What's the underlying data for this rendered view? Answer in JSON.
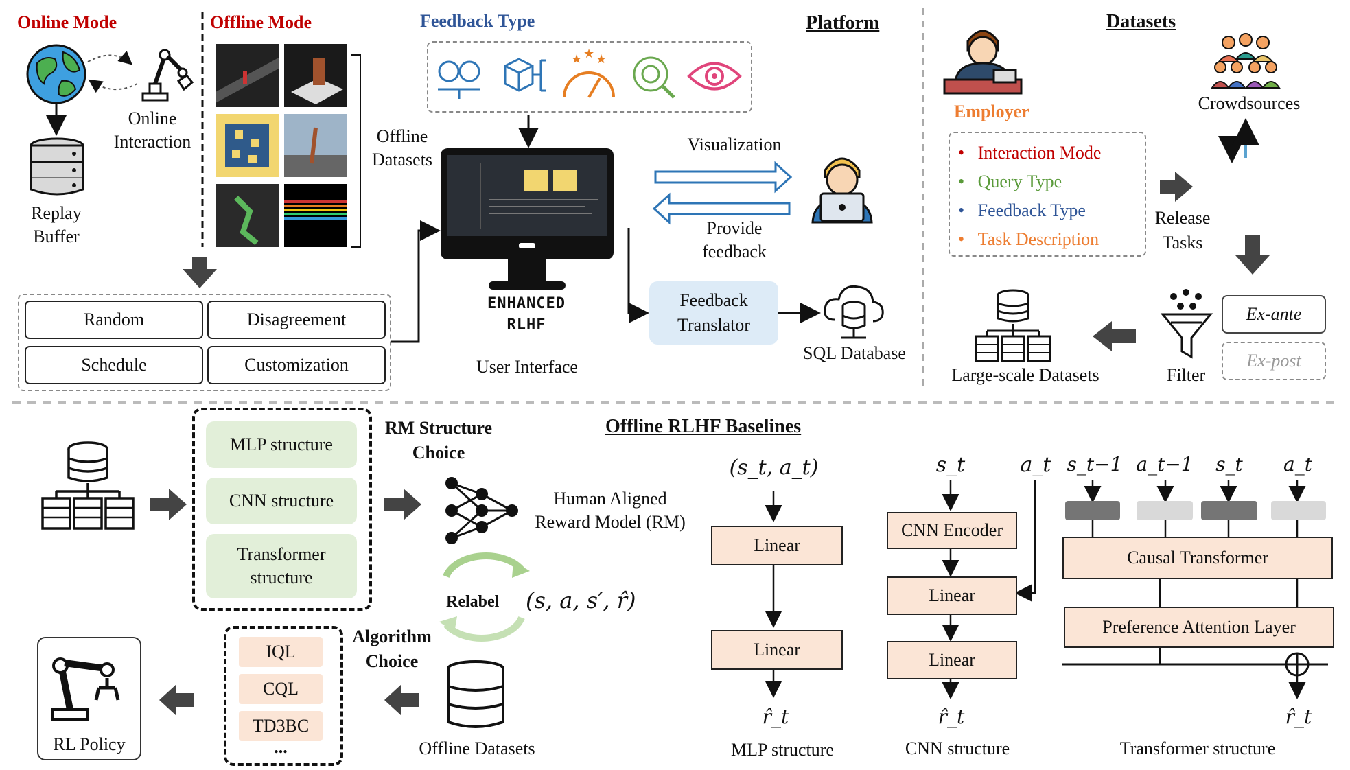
{
  "top": {
    "online_mode": "Online Mode",
    "offline_mode": "Offline Mode",
    "online_interaction": [
      "Online",
      "Interaction"
    ],
    "replay_buffer": [
      "Replay",
      "Buffer"
    ],
    "offline_datasets": [
      "Offline",
      "Datasets"
    ],
    "query_types": [
      "Random",
      "Disagreement",
      "Schedule",
      "Customization"
    ],
    "feedback_type": "Feedback Type",
    "platform": "Platform",
    "visualization": "Visualization",
    "provide_feedback": [
      "Provide",
      "feedback"
    ],
    "feedback_translator": [
      "Feedback",
      "Translator"
    ],
    "sql_database": "SQL Database",
    "user_interface": "User Interface",
    "ui_logo": [
      "ENHANCED",
      "RLHF"
    ],
    "datasets": "Datasets",
    "employer": "Employer",
    "crowdsources": "Crowdsources",
    "task_items": [
      {
        "text": "Interaction Mode",
        "color": "#c00000"
      },
      {
        "text": "Query Type",
        "color": "#5a9a3a"
      },
      {
        "text": "Feedback Type",
        "color": "#2f5597"
      },
      {
        "text": "Task Description",
        "color": "#ed7d31"
      }
    ],
    "release_tasks": [
      "Release",
      "Tasks"
    ],
    "ex_ante": "Ex-ante",
    "ex_post": "Ex-post",
    "filter": "Filter",
    "large_scale_datasets": "Large-scale Datasets"
  },
  "bottom": {
    "structures": [
      "MLP structure",
      "CNN structure",
      "Transformer structure"
    ],
    "rm_choice": [
      "RM Structure",
      "Choice"
    ],
    "rm_label": [
      "Human Aligned",
      "Reward Model (RM)"
    ],
    "relabel": "Relabel",
    "relabel_tuple": "(s, a, s′, r̂)",
    "algorithm_choice": [
      "Algorithm",
      "Choice"
    ],
    "algorithms": [
      "IQL",
      "CQL",
      "TD3BC",
      "..."
    ],
    "offline_datasets": "Offline Datasets",
    "rl_policy": "RL Policy",
    "baselines_title": "Offline RLHF Baselines",
    "mlp": {
      "input": "(s_t, a_t)",
      "layers": [
        "Linear",
        "Linear"
      ],
      "output": "r̂_t",
      "caption": "MLP structure"
    },
    "cnn": {
      "input_s": "s_t",
      "input_a": "a_t",
      "layers": [
        "CNN Encoder",
        "Linear",
        "Linear"
      ],
      "output": "r̂_t",
      "caption": "CNN structure"
    },
    "transformer": {
      "inputs": [
        "s_t−1",
        "a_t−1",
        "s_t",
        "a_t"
      ],
      "layers": [
        "Causal Transformer",
        "Preference Attention Layer"
      ],
      "output": "r̂_t",
      "caption": "Transformer structure"
    }
  }
}
